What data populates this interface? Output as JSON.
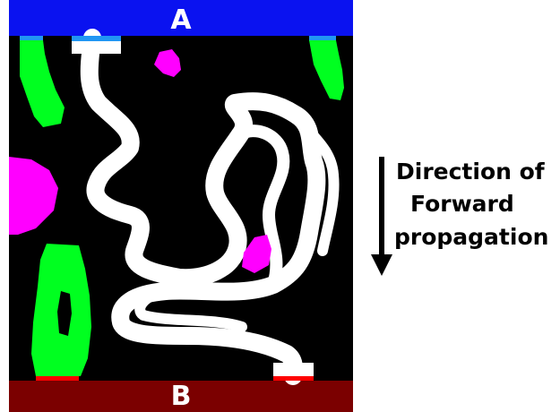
{
  "colors": {
    "top_band": "#0a12f0",
    "bottom_band": "#7b0000",
    "background": "#000000",
    "path": "#ffffff",
    "dead_end": "#00ff20",
    "isolated": "#ff00ff",
    "top_connection": "#2196f3",
    "bottom_connection": "#ff0000"
  },
  "labels": {
    "top": "A",
    "bottom": "B"
  },
  "legend": {
    "line1": "Direction of",
    "line2": "Forward",
    "line3": "propagation"
  }
}
